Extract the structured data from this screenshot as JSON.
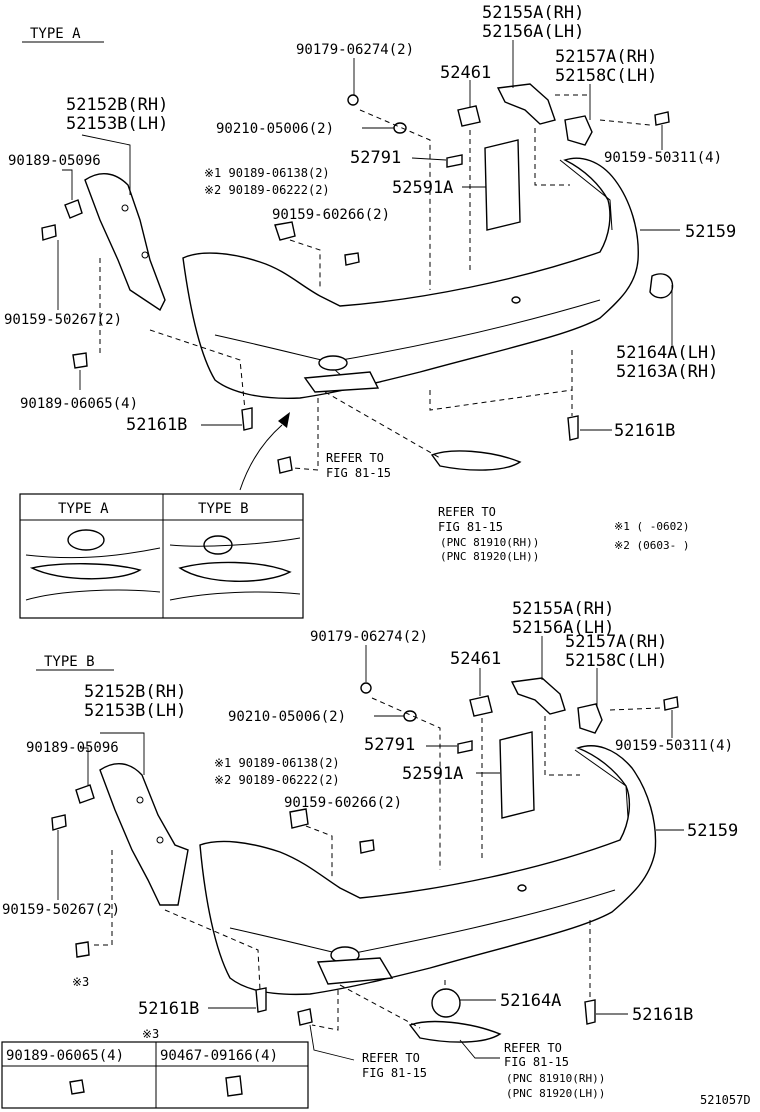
{
  "typeA": {
    "title": "TYPE A",
    "labels": {
      "p52155A": "52155A(RH)",
      "p52156A": "52156A(LH)",
      "p52157A": "52157A(RH)",
      "p52158C": "52158C(LH)",
      "p90179": "90179-06274(2)",
      "p52461": "52461",
      "p52152B": "52152B(RH)",
      "p52153B": "52153B(LH)",
      "p90210": "90210-05006(2)",
      "p90159_50311": "90159-50311(4)",
      "p90189_05096": "90189-05096",
      "p52791": "52791",
      "p90189_06138": "※1 90189-06138(2)",
      "p90189_06222": "※2 90189-06222(2)",
      "p52591A": "52591A",
      "p90159_60266": "90159-60266(2)",
      "p52159": "52159",
      "p90159_50267": "90159-50267(2)",
      "p52164A": "52164A(LH)",
      "p52163A": "52163A(RH)",
      "p90189_06065": "90189-06065(4)",
      "p52161B_left": "52161B",
      "p52161B_right": "52161B",
      "refer1a": "REFER TO",
      "refer1b": "FIG 81-15",
      "refer2a": "REFER TO",
      "refer2b": "FIG 81-15",
      "pnc1": "(PNC 81910(RH))",
      "pnc2": "(PNC 81920(LH))",
      "note1": "※1 (     -0602)",
      "note2": "※2 (0603-     )"
    },
    "detail": {
      "typeA_label": "TYPE A",
      "typeB_label": "TYPE B"
    }
  },
  "typeB": {
    "title": "TYPE B",
    "labels": {
      "p52155A": "52155A(RH)",
      "p52156A": "52156A(LH)",
      "p52157A": "52157A(RH)",
      "p52158C": "52158C(LH)",
      "p90179": "90179-06274(2)",
      "p52461": "52461",
      "p52152B": "52152B(RH)",
      "p52153B": "52153B(LH)",
      "p90210": "90210-05006(2)",
      "p90159_50311": "90159-50311(4)",
      "p90189_05096": "90189-05096",
      "p52791": "52791",
      "p90189_06138": "※1 90189-06138(2)",
      "p90189_06222": "※2 90189-06222(2)",
      "p52591A": "52591A",
      "p90159_60266": "90159-60266(2)",
      "p52159": "52159",
      "p90159_50267": "90159-50267(2)",
      "mark3": "※3",
      "p52161B_left": "52161B",
      "p52164A": "52164A",
      "p52161B_right": "52161B",
      "refer1a": "REFER TO",
      "refer1b": "FIG 81-15",
      "refer2a": "REFER TO",
      "refer2b": "FIG 81-15",
      "pnc1": "(PNC 81910(RH))",
      "pnc2": "(PNC 81920(LH))"
    },
    "clip_table": {
      "header_mark": "※3",
      "col1": "90189-06065(4)",
      "col2": "90467-09166(4)"
    }
  },
  "figure_id": "521057D"
}
